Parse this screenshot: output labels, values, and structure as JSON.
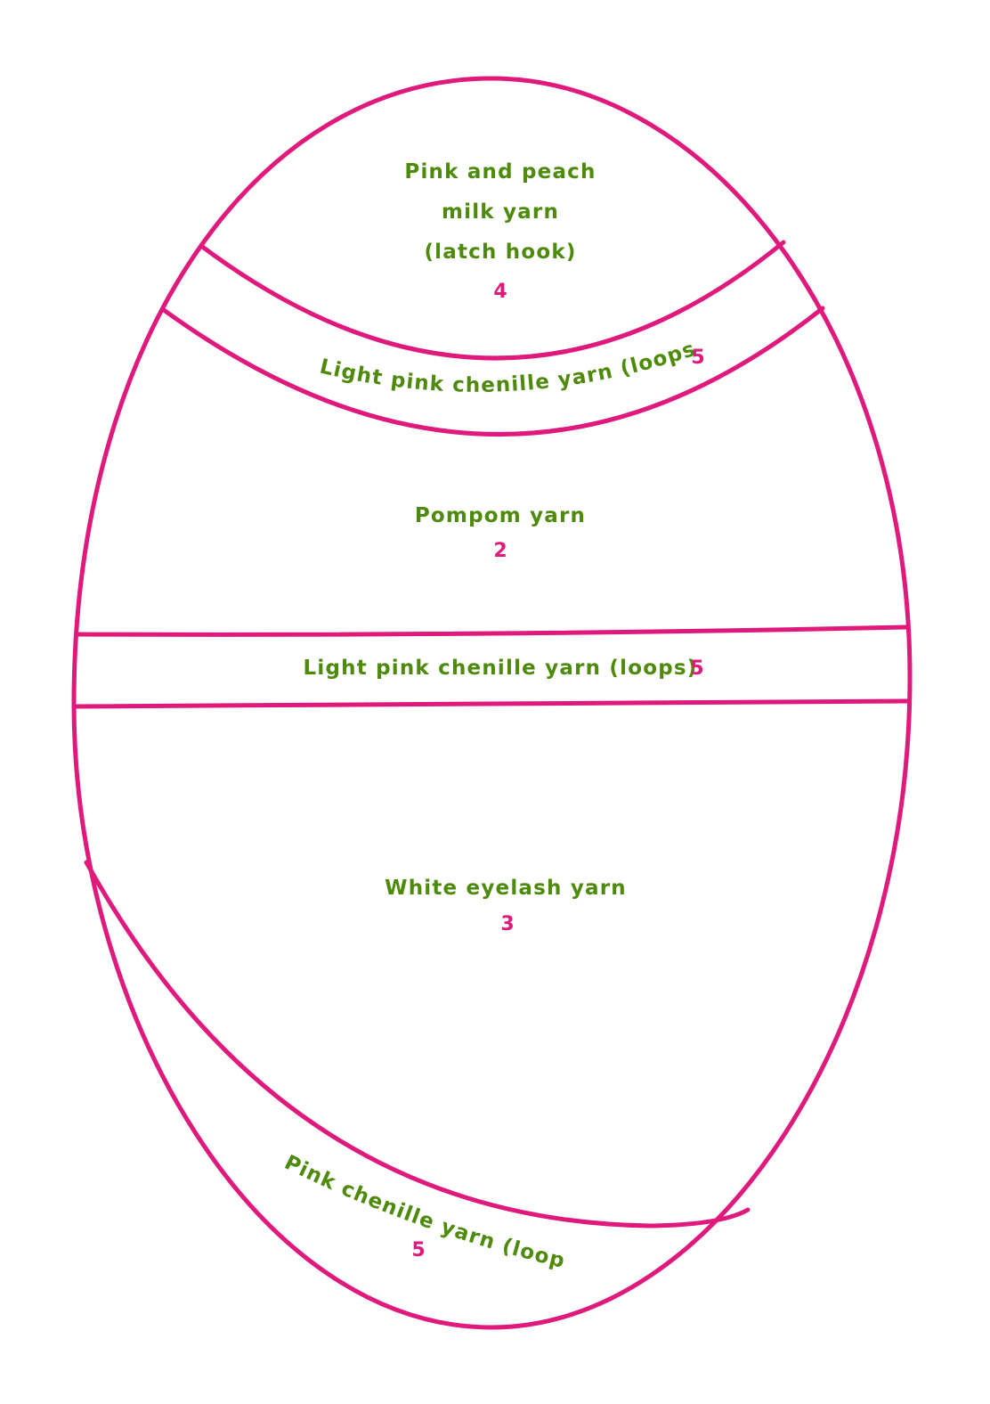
{
  "colors": {
    "outline": "#e0197d",
    "label": "#4e8a0c",
    "number": "#e0197d",
    "background": "#ffffff"
  },
  "sections": [
    {
      "id": "top",
      "lines": [
        "Pink and peach",
        "milk yarn",
        "(latch hook)"
      ],
      "number": "4"
    },
    {
      "id": "upper-band",
      "label": "Light pink chenille yarn (loops)",
      "number": "5"
    },
    {
      "id": "middle",
      "label": "Pompom yarn",
      "number": "2"
    },
    {
      "id": "center-band",
      "label": "Light pink chenille yarn (loops)",
      "number": "5"
    },
    {
      "id": "lower",
      "label": "White eyelash yarn",
      "number": "3"
    },
    {
      "id": "bottom",
      "label": "Pink chenille yarn (loops)",
      "number": "5"
    }
  ]
}
